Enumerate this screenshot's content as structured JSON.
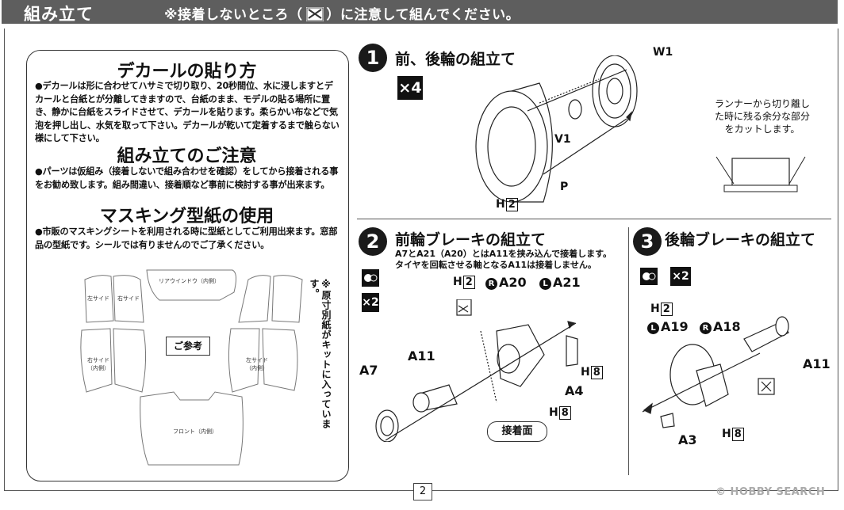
{
  "header": {
    "title": "組み立て",
    "caution_pre": "※接着しないところ（",
    "caution_post": "）に注意して組んでください。"
  },
  "decal": {
    "title1": "デカールの貼り方",
    "text1": "●デカールは形に合わせてハサミで切り取り、20秒間位、水に浸しますとデカールと台紙とが分離してきますので、台紙のまま、モデルの貼る場所に置き、静かに台紙をスライドさせて、デカールを貼ります。柔らかい布などで気泡を押し出し、水気を取って下さい。デカールが乾いて定着するまで触らない様にして下さい。",
    "title2": "組み立てのご注意",
    "text2": "●パーツは仮組み（接着しないで組み合わせを確認）をしてから接着される事をお勧め致します。組み間違い、接着順など事前に検討する事が出来ます。",
    "title3": "マスキング型紙の使用",
    "text3": "●市販のマスキングシートを利用される時に型紙としてご利用出来ます。窓部品の型紙です。シールでは有りませんのでご了承ください。",
    "vertical_note": "※原寸別紙がキットに入っています。",
    "ref_label": "ご参考",
    "mask_labels": {
      "rear": "リアウインドウ（内側）",
      "front": "フロント（内側）",
      "right": "右サイド（内側）",
      "left": "左サイド（内側）",
      "right_side": "右サイド",
      "left_side": "左サイド"
    }
  },
  "step1": {
    "num": "1",
    "title": "前、後輪の組立て",
    "qty": "×4",
    "parts": {
      "w1": "W1",
      "v1": "V1",
      "p": "P"
    },
    "runner": "H",
    "runner_num": "2",
    "note": "ランナーから切り離した時に残る余分な部分をカットします。"
  },
  "step2": {
    "num": "2",
    "title": "前輪ブレーキの組立て",
    "desc1": "A7とA21（A20）とはA11を挟み込んで接着します。",
    "desc2": "タイヤを回転させる軸となるA11は接着しません。",
    "qty": "×2",
    "runner": "H",
    "runner_num": "2",
    "runner2_num": "8",
    "r_mark": "R",
    "l_mark": "L",
    "parts": {
      "a20": "A20",
      "a21": "A21",
      "a11": "A11",
      "a7": "A7",
      "a4": "A4"
    },
    "glue": "接着面"
  },
  "step3": {
    "num": "3",
    "title": "後輪ブレーキの組立て",
    "qty": "×2",
    "runner": "H",
    "runner_num": "2",
    "runner2_num": "8",
    "r_mark": "R",
    "l_mark": "L",
    "parts": {
      "a19": "A19",
      "a18": "A18",
      "a11": "A11",
      "a3": "A3"
    }
  },
  "footer": {
    "page": "2",
    "watermark": "© HOBBY SEARCH"
  }
}
